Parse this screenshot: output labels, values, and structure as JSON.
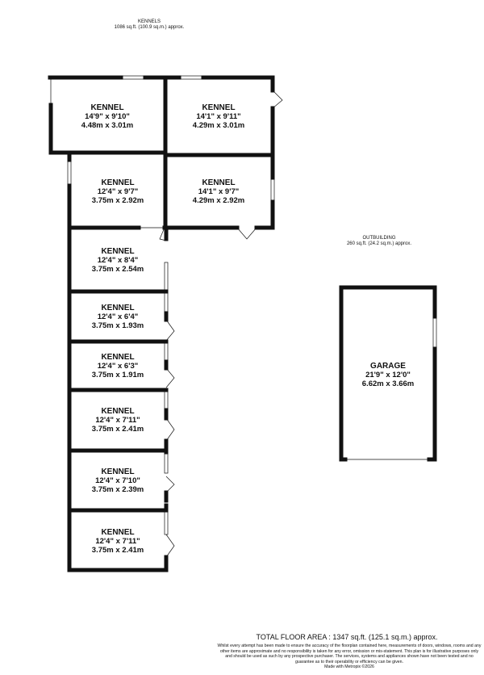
{
  "kennels_block": {
    "title": "KENNELS",
    "area": "1086 sq.ft. (100.9 sq.m.) approx."
  },
  "outbuilding": {
    "title": "OUTBUILDING",
    "area": "260 sq.ft. (24.2 sq.m.) approx."
  },
  "rooms": [
    {
      "name": "KENNEL",
      "imperial": "14'9\"  x 9'10\"",
      "metric": "4.48m  x 3.01m"
    },
    {
      "name": "KENNEL",
      "imperial": "14'1\"  x 9'11\"",
      "metric": "4.29m  x 3.01m"
    },
    {
      "name": "KENNEL",
      "imperial": "12'4\"  x 9'7\"",
      "metric": "3.75m  x 2.92m"
    },
    {
      "name": "KENNEL",
      "imperial": "14'1\"  x 9'7\"",
      "metric": "4.29m  x 2.92m"
    },
    {
      "name": "KENNEL",
      "imperial": "12'4\"  x 8'4\"",
      "metric": "3.75m  x 2.54m"
    },
    {
      "name": "KENNEL",
      "imperial": "12'4\"  x 6'4\"",
      "metric": "3.75m  x 1.93m"
    },
    {
      "name": "KENNEL",
      "imperial": "12'4\"  x 6'3\"",
      "metric": "3.75m  x 1.91m"
    },
    {
      "name": "KENNEL",
      "imperial": "12'4\"  x 7'11\"",
      "metric": "3.75m  x 2.41m"
    },
    {
      "name": "KENNEL",
      "imperial": "12'4\"  x 7'10\"",
      "metric": "3.75m  x 2.39m"
    },
    {
      "name": "KENNEL",
      "imperial": "12'4\"  x 7'11\"",
      "metric": "3.75m  x 2.41m"
    }
  ],
  "garage": {
    "name": "GARAGE",
    "imperial": "21'9\"  x 12'0\"",
    "metric": "6.62m  x 3.66m"
  },
  "footer": {
    "total": "TOTAL FLOOR AREA : 1347 sq.ft. (125.1 sq.m.) approx.",
    "disclaimer": "Whilst every attempt has been made to ensure the accuracy of the floorplan contained here, measurements of doors, windows, rooms and any other items are approximate and no responsibility is taken for any error, omission or mis-statement. This plan is for illustrative purposes only and should be used as such by any prospective purchaser. The services, systems and appliances shown have not been tested and no guarantee as to their operability or efficiency can be given.",
    "credit": "Made with Metropix ©2026"
  }
}
